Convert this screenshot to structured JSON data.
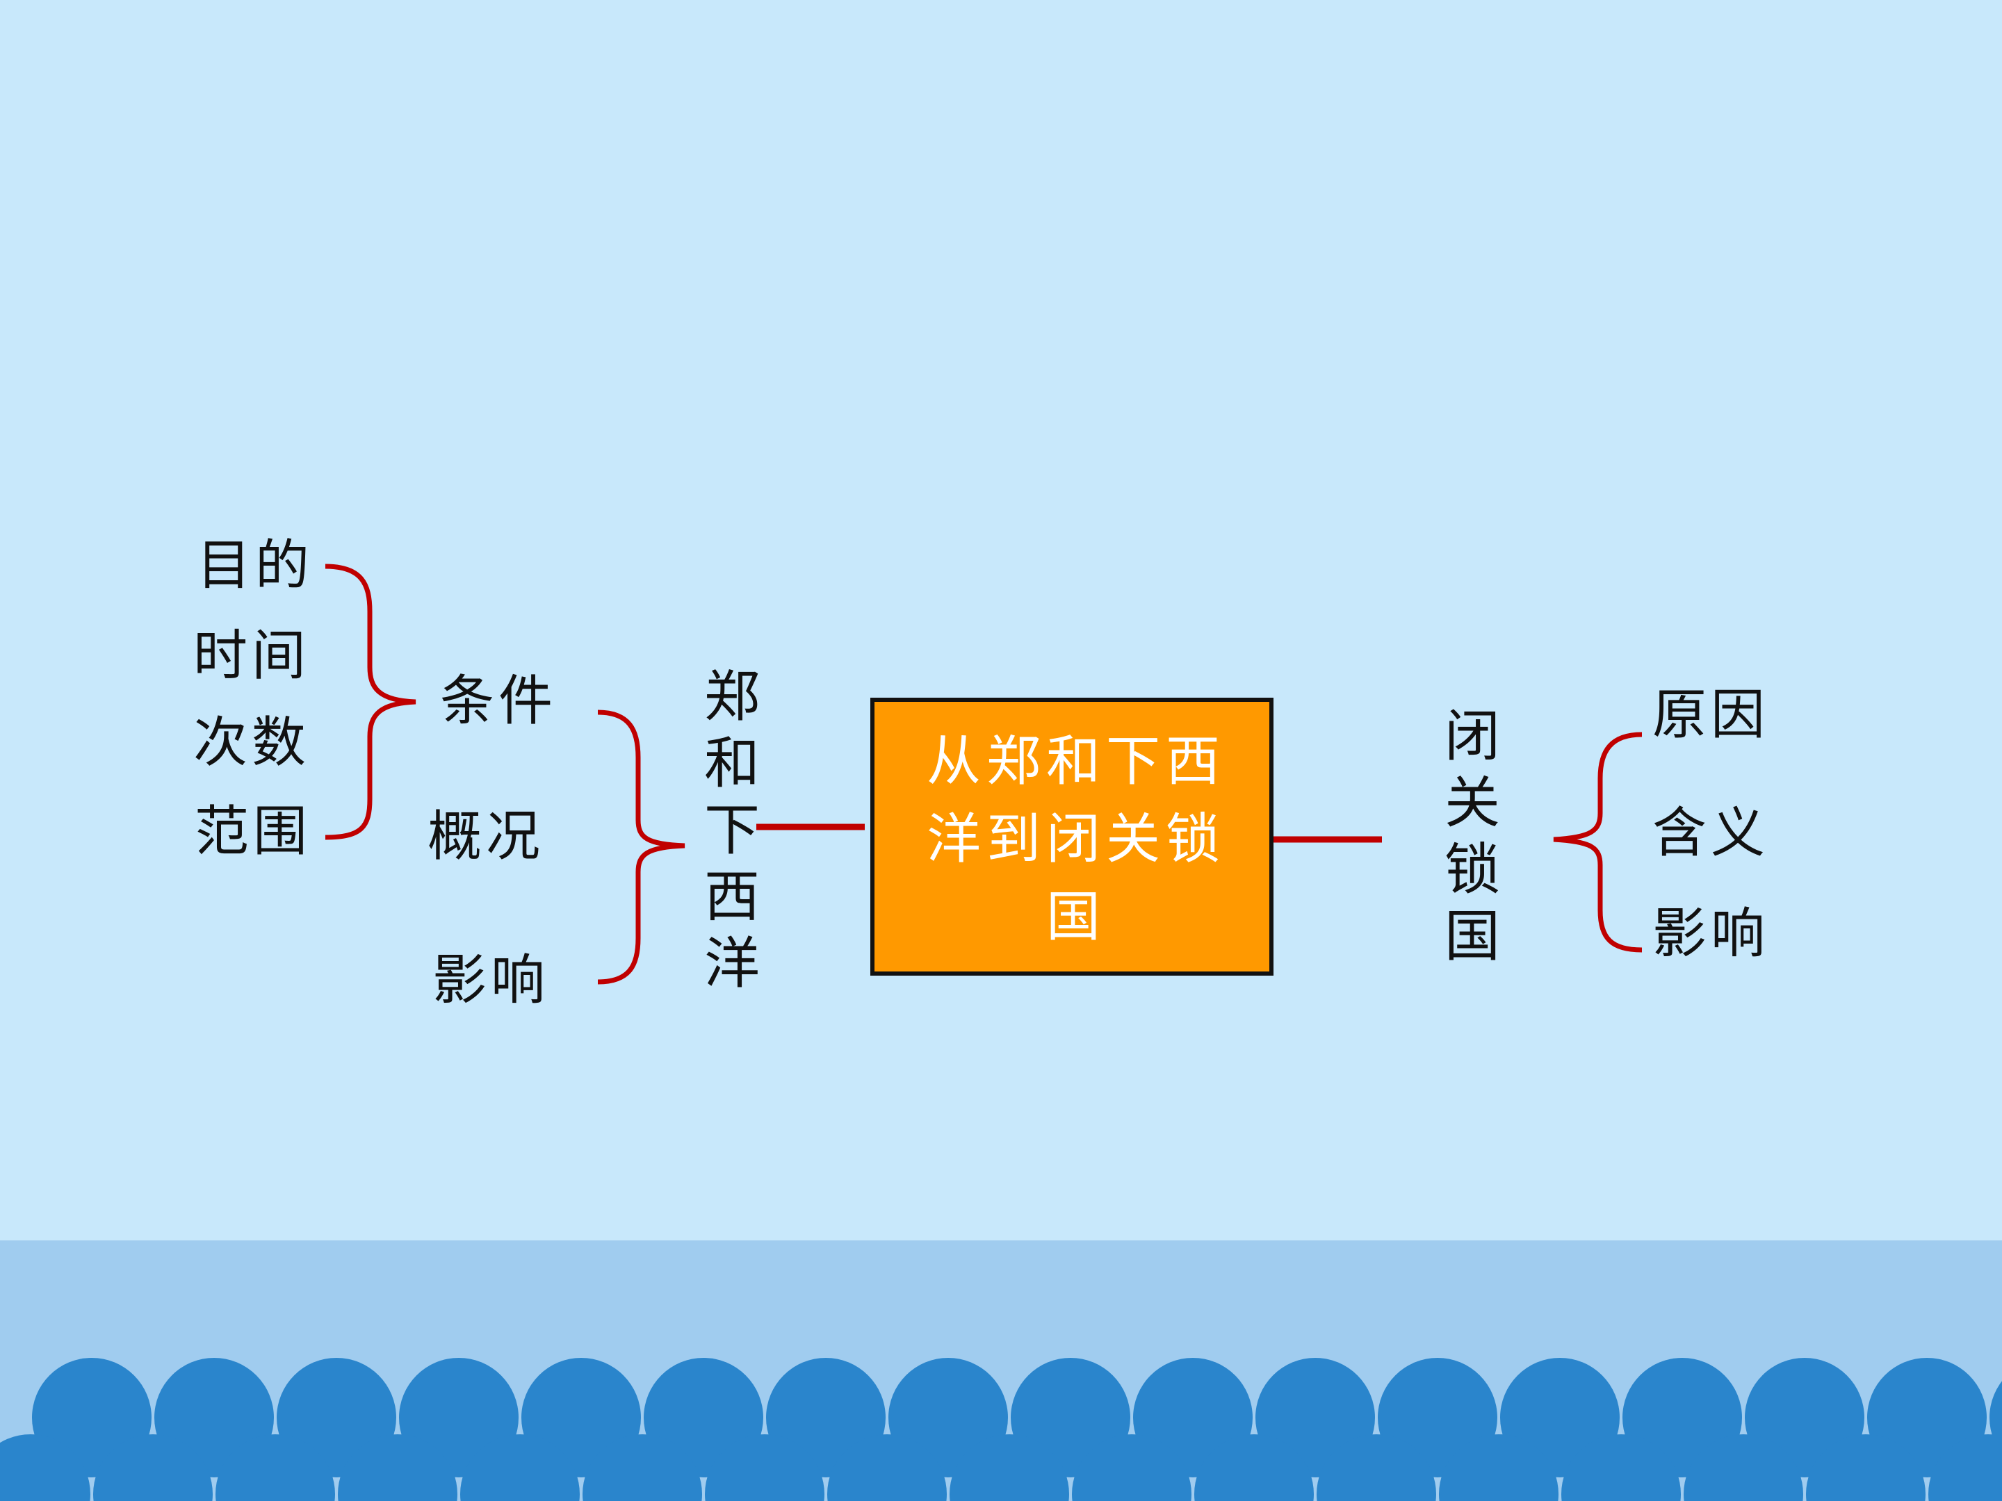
{
  "colors": {
    "background": "#c8e8fb",
    "connector": "#c00000",
    "center_box": "#ff9900",
    "sea_band": "#a0ccef",
    "waves": "#2a85cc"
  },
  "center": {
    "title": "从郑和下西洋到闭关锁国"
  },
  "left_branch": {
    "title": "郑和下西洋",
    "items": [
      "条件",
      "概况",
      "影响"
    ],
    "sub_items": [
      "目的",
      "时间",
      "次数",
      "范围"
    ]
  },
  "right_branch": {
    "title": "闭关锁国",
    "items": [
      "原因",
      "含义",
      "影响"
    ]
  }
}
